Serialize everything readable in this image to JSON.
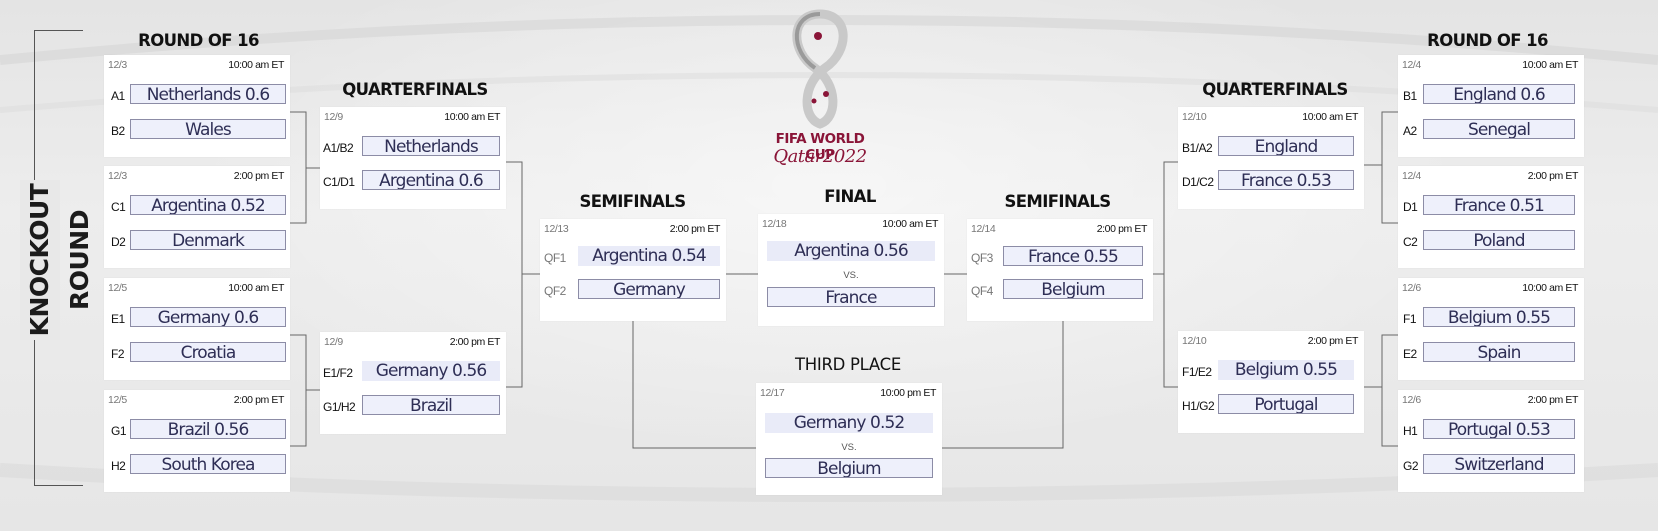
{
  "title": "KNOCKOUT ROUND",
  "logo": {
    "line1": "FIFA WORLD CUP",
    "line2": "Qatar2022"
  },
  "rounds": {
    "r16": "ROUND OF 16",
    "qf": "QUARTERFINALS",
    "sf": "SEMIFINALS",
    "final": "FINAL",
    "third": "THIRD PLACE"
  },
  "vs": "VS.",
  "left_r16": [
    {
      "date": "12/3",
      "time": "10:00 am ET",
      "c1": "A1",
      "t1": "Netherlands 0.6",
      "c2": "B2",
      "t2": "Wales"
    },
    {
      "date": "12/3",
      "time": "2:00 pm ET",
      "c1": "C1",
      "t1": "Argentina 0.52",
      "c2": "D2",
      "t2": "Denmark"
    },
    {
      "date": "12/5",
      "time": "10:00 am ET",
      "c1": "E1",
      "t1": "Germany 0.6",
      "c2": "F2",
      "t2": "Croatia"
    },
    {
      "date": "12/5",
      "time": "2:00 pm ET",
      "c1": "G1",
      "t1": "Brazil 0.56",
      "c2": "H2",
      "t2": "South Korea"
    }
  ],
  "left_qf": [
    {
      "date": "12/9",
      "time": "10:00 am ET",
      "c1": "A1/B2",
      "t1": "Netherlands",
      "c2": "C1/D1",
      "t2": "Argentina 0.6"
    },
    {
      "date": "12/9",
      "time": "2:00 pm ET",
      "c1": "E1/F2",
      "t1": "Germany 0.56",
      "c2": "G1/H2",
      "t2": "Brazil"
    }
  ],
  "left_sf": {
    "date": "12/13",
    "time": "2:00 pm ET",
    "c1": "QF1",
    "t1": "Argentina 0.54",
    "c2": "QF2",
    "t2": "Germany"
  },
  "final": {
    "date": "12/18",
    "time": "10:00 am ET",
    "t1": "Argentina  0.56",
    "t2": "France"
  },
  "third": {
    "date": "12/17",
    "time": "10:00 pm ET",
    "t1": "Germany  0.52",
    "t2": "Belgium"
  },
  "right_sf": {
    "date": "12/14",
    "time": "2:00 pm ET",
    "c1": "QF3",
    "t1": "France 0.55",
    "c2": "QF4",
    "t2": "Belgium"
  },
  "right_qf": [
    {
      "date": "12/10",
      "time": "10:00 am ET",
      "c1": "B1/A2",
      "t1": "England",
      "c2": "D1/C2",
      "t2": "France 0.53"
    },
    {
      "date": "12/10",
      "time": "2:00 pm ET",
      "c1": "F1/E2",
      "t1": "Belgium 0.55",
      "c2": "H1/G2",
      "t2": "Portugal"
    }
  ],
  "right_r16": [
    {
      "date": "12/4",
      "time": "10:00 am ET",
      "c1": "B1",
      "t1": "England 0.6",
      "c2": "A2",
      "t2": "Senegal"
    },
    {
      "date": "12/4",
      "time": "2:00 pm ET",
      "c1": "D1",
      "t1": "France 0.51",
      "c2": "C2",
      "t2": "Poland"
    },
    {
      "date": "12/6",
      "time": "10:00 am ET",
      "c1": "F1",
      "t1": "Belgium 0.55",
      "c2": "E2",
      "t2": "Spain"
    },
    {
      "date": "12/6",
      "time": "2:00 pm ET",
      "c1": "H1",
      "t1": "Portugal 0.53",
      "c2": "G2",
      "t2": "Switzerland"
    }
  ],
  "colors": {
    "team_text": "#2e2e55",
    "team_fill": "#eef0fb",
    "brand": "#8a1538"
  }
}
